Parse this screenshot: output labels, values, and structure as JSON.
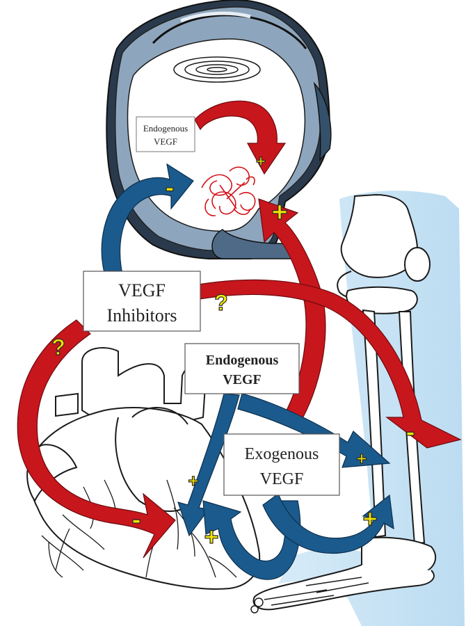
{
  "labels": {
    "eye_endogenous_line1": "Endogenous",
    "eye_endogenous_line2": "VEGF",
    "inhibitors_line1": "VEGF",
    "inhibitors_line2": "Inhibitors",
    "endogenous_line1": "Endogenous",
    "endogenous_line2": "VEGF",
    "exogenous_line1": "Exogenous",
    "exogenous_line2": "VEGF"
  },
  "signs": {
    "plus": "+",
    "minus": "-",
    "question": "?"
  },
  "colors": {
    "red_arrow": "#c8161d",
    "blue_arrow": "#1b5a8c",
    "sign_fill": "#f2e600",
    "leg_tint": "#cfe6f6",
    "line_art": "#1a1a1a",
    "vessel": "#d4121a"
  }
}
